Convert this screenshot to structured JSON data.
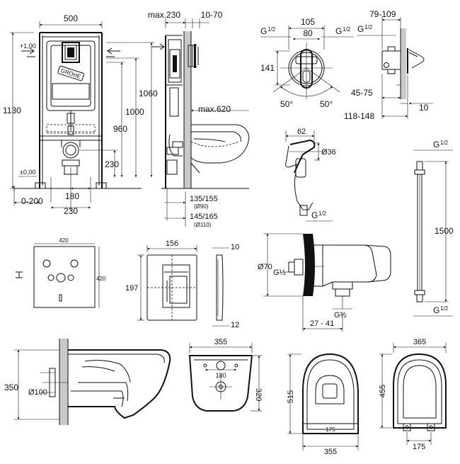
{
  "frame": {
    "dim_500": "500",
    "dim_max230": "max.230",
    "dim_10_70": "10-70",
    "dim_plus100": "+1,00",
    "dim_pm000": "±0,00",
    "dim_1130": "1130",
    "dim_1060": "1060",
    "dim_1000": "1000",
    "dim_960": "960",
    "dim_230_inner": "230",
    "dim_180": "180",
    "dim_230_bottom": "230",
    "dim_0_200": "0-200",
    "dim_max620": "max.620",
    "dim_135_155": "135/155",
    "dim_d90": "(Ø90)",
    "dim_145_165": "145/165",
    "dim_d110": "(Ø110)",
    "brand": "GROHE"
  },
  "mixer": {
    "dim_105": "105",
    "dim_80": "80",
    "g_left": "G",
    "g_right": "G",
    "frac": "1/2",
    "dim_141": "141",
    "dim_50_left": "50°",
    "dim_50_right": "50°",
    "side_79_109": "79-109",
    "side_g": "G",
    "side_45_75": "45-75",
    "side_118_148": "118-148",
    "side_10": "10"
  },
  "sprayer": {
    "dim_62": "62",
    "dim_d36": "Ø36",
    "g": "G",
    "frac": "1/2"
  },
  "hose": {
    "g_top": "G",
    "g_bottom": "G",
    "frac": "1/2",
    "dim_1500": "1500"
  },
  "pad": {
    "dim_420_w": "420",
    "dim_420_h": "420"
  },
  "plate": {
    "dim_156": "156",
    "dim_197": "197",
    "dim_10": "10",
    "dim_12": "12"
  },
  "elbow": {
    "dim_d70": "Ø70",
    "g_left": "G½",
    "g_bottom": "G½",
    "dim_27_41": "27 - 41"
  },
  "bowl_side": {
    "dim_350": "350",
    "dim_d100": "Ø100"
  },
  "bowl_back": {
    "dim_355": "355",
    "dim_180": "180",
    "dim_320": "320"
  },
  "bowl_top": {
    "dim_515": "515",
    "dim_355": "355",
    "dim_175": "175"
  },
  "seat": {
    "dim_365": "365",
    "dim_455": "455",
    "dim_175": "175"
  }
}
